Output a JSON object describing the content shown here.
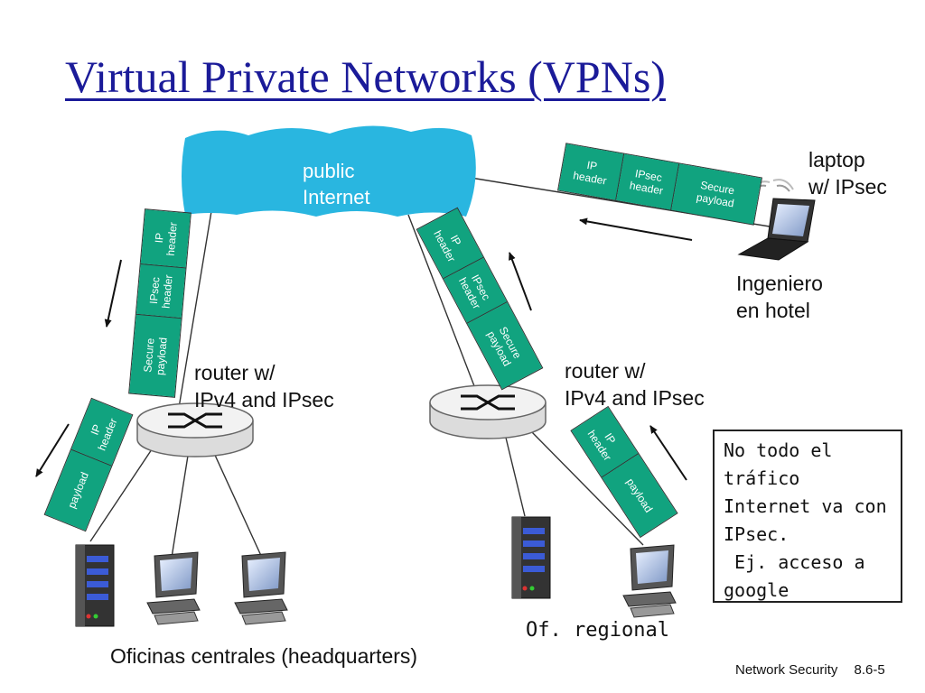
{
  "title": "Virtual Private Networks (VPNs)",
  "cloud": {
    "line1": "public",
    "line2": "Internet"
  },
  "laptop_label": {
    "line1": "laptop",
    "line2": "w/ IPsec"
  },
  "engineer_label": {
    "line1": "Ingeniero",
    "line2": "en hotel"
  },
  "router_hq_label": {
    "line1": "router w/",
    "line2": "IPv4 and IPsec"
  },
  "router_reg_label": {
    "line1": "router w/",
    "line2": "IPv4 and IPsec"
  },
  "hq_label": "Oficinas centrales (headquarters)",
  "regional_label": "Of. regional",
  "note": {
    "line1": "No todo el",
    "line2": "tráfico",
    "line3": "Internet va con",
    "line4": "IPsec.",
    "line5": " Ej. acceso a",
    "line6": "google"
  },
  "footer": {
    "left": "Network Security",
    "right": "8.6-5"
  },
  "packets": {
    "laptop": [
      {
        "l1": "IP",
        "l2": "header"
      },
      {
        "l1": "IPsec",
        "l2": "header"
      },
      {
        "l1": "Secure",
        "l2": "payload"
      }
    ],
    "hq_upper": [
      {
        "l1": "IP",
        "l2": "header"
      },
      {
        "l1": "IPsec",
        "l2": "header"
      },
      {
        "l1": "Secure",
        "l2": "payload"
      }
    ],
    "regional_upper": [
      {
        "l1": "IP",
        "l2": "header"
      },
      {
        "l1": "IPsec",
        "l2": "header"
      },
      {
        "l1": "Secure",
        "l2": "payload"
      }
    ],
    "hq_lower": [
      {
        "l1": "IP",
        "l2": "header"
      },
      {
        "l1": "payload",
        "l2": ""
      }
    ],
    "regional_lower": [
      {
        "l1": "IP",
        "l2": "header"
      },
      {
        "l1": "payload",
        "l2": ""
      }
    ]
  },
  "colors": {
    "title": "#1b1b99",
    "cloud": "#29b6e0",
    "packet": "#11a37f"
  }
}
